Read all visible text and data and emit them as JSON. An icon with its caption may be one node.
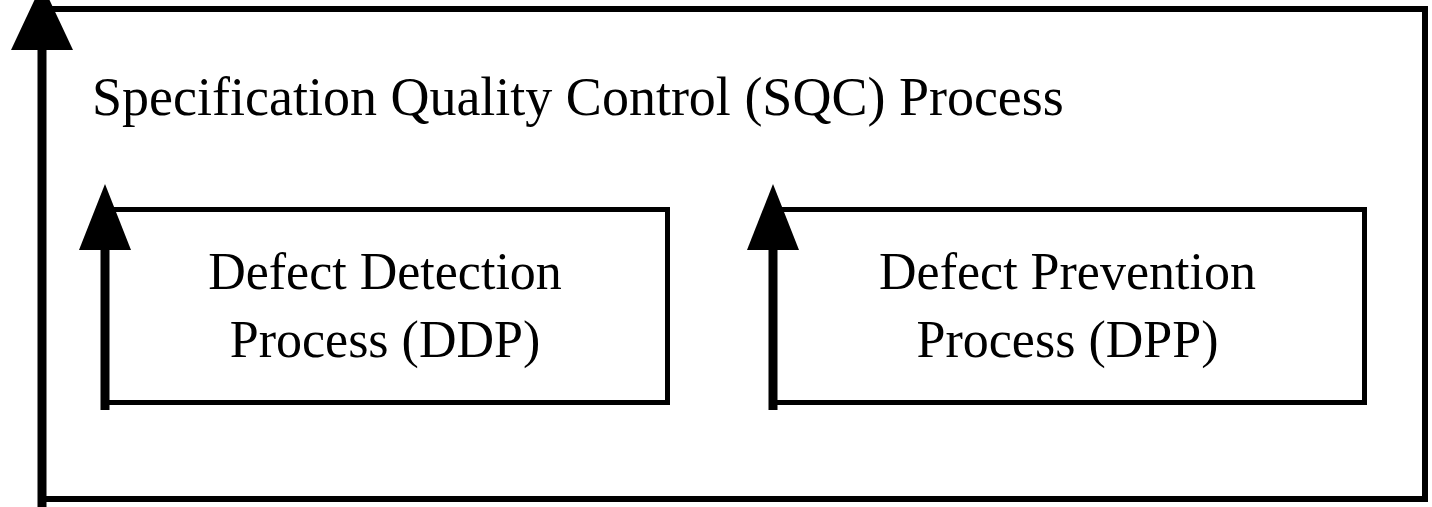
{
  "diagram": {
    "nodes": [
      {
        "text": [
          "Specification Quality Control (SQC) Process"
        ]
      },
      {
        "text": [
          "Defect Detection Process (DDP)"
        ],
        "in": 0
      },
      {
        "text": [
          "Defect Prevention Process (DPP)"
        ],
        "in": 0
      }
    ]
  }
}
